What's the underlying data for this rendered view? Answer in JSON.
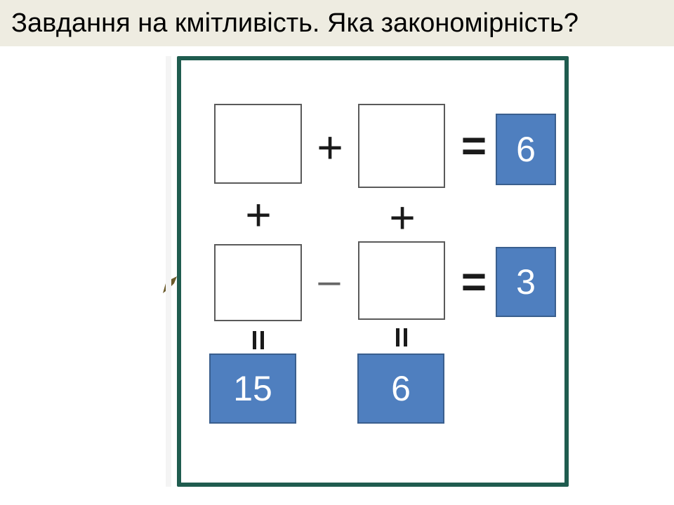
{
  "title": "Завдання на кмітливість. Яка закономірність?",
  "operators": {
    "plus": "+",
    "minus": "–",
    "equals": "=",
    "equals_vertical": "॥"
  },
  "results": {
    "row1": "6",
    "row2": "3",
    "col1": "15",
    "col2": "6"
  },
  "colors": {
    "frame": "#1f5c4f",
    "answer_fill": "#4f7fbf",
    "title_bar": "#eeece1"
  }
}
